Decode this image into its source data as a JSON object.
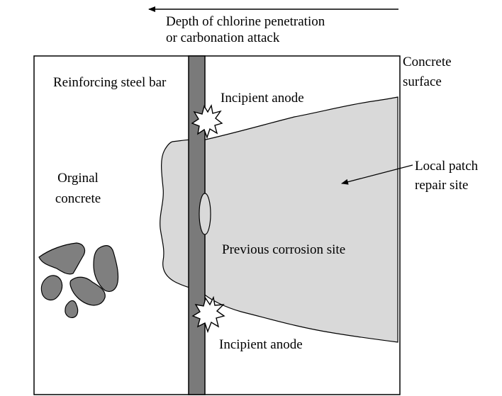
{
  "labels": {
    "depth_line1": "Depth of chlorine penetration",
    "depth_line2": "or carbonation attack",
    "concrete_surface_line1": "Concrete",
    "concrete_surface_line2": "surface",
    "reinforcing_bar": "Reinforcing steel bar",
    "incipient_anode_top": "Incipient anode",
    "incipient_anode_bottom": "Incipient anode",
    "original_concrete_line1": "Orginal",
    "original_concrete_line2": "concrete",
    "patch_line1": "Local patch",
    "patch_line2": "repair site",
    "previous_corrosion": "Previous corrosion site"
  },
  "colors": {
    "patch_fill": "#d9d9d9",
    "bar_fill": "#7a7a7a",
    "aggregate_fill": "#7f7f7f",
    "anode_fill": "#ffffff",
    "stroke": "#000000"
  },
  "icons": {
    "direction_arrow": "arrow-left-icon",
    "pointer_arrow": "arrow-pointer-icon",
    "anode_marker": "starburst-icon"
  }
}
